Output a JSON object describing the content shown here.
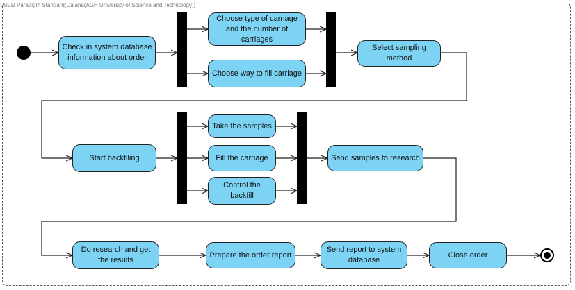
{
  "watermark": "Visual Paradigm Standard(Dajana(AGH University of Science and Technology))",
  "colors": {
    "action_fill": "#7dd3f4",
    "stroke": "#222222",
    "fork_bar": "#000000"
  },
  "diagram": {
    "type": "activity-diagram",
    "actions": {
      "check_system": "Check in system database information about order",
      "choose_carriage": "Choose type of carriage and the number of carriages",
      "choose_fill": "Choose way to fill carriage",
      "select_sampling": "Select sampling method",
      "start_backfilling": "Start backfiling",
      "take_samples": "Take the samples",
      "fill_carriage": "Fill the carriage",
      "control_backfill": "Control the backfill",
      "send_samples": "Send samples to research",
      "do_research": "Do research and get the results",
      "prepare_report": "Prepare the order report",
      "send_report": "Send report to system database",
      "close_order": "Close order"
    }
  }
}
